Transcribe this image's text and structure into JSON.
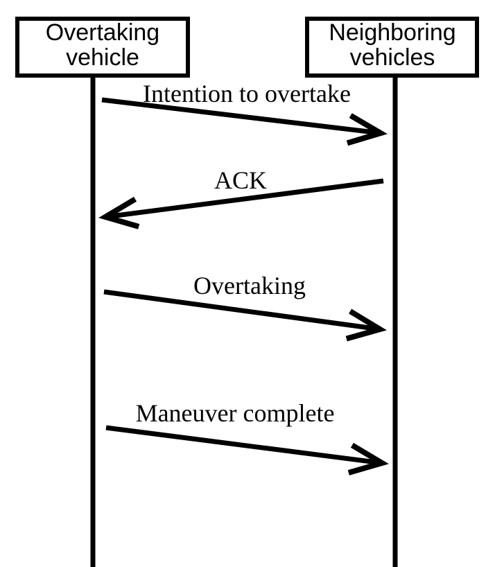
{
  "diagram": {
    "type": "sequence-diagram",
    "background_color": "#ffffff",
    "line_color": "#000000",
    "actors": [
      {
        "name": "Overtaking vehicle",
        "line1": "Overtaking",
        "line2": "vehicle"
      },
      {
        "name": "Neighboring vehicles",
        "line1": "Neighboring",
        "line2": "vehicles"
      }
    ],
    "messages": [
      {
        "label": "Intention to overtake",
        "from": "Overtaking vehicle",
        "to": "Neighboring vehicles",
        "direction": "right"
      },
      {
        "label": "ACK",
        "from": "Neighboring vehicles",
        "to": "Overtaking vehicle",
        "direction": "left"
      },
      {
        "label": "Overtaking",
        "from": "Overtaking vehicle",
        "to": "Neighboring vehicles",
        "direction": "right"
      },
      {
        "label": "Maneuver complete",
        "from": "Overtaking vehicle",
        "to": "Neighboring vehicles",
        "direction": "right"
      }
    ]
  }
}
